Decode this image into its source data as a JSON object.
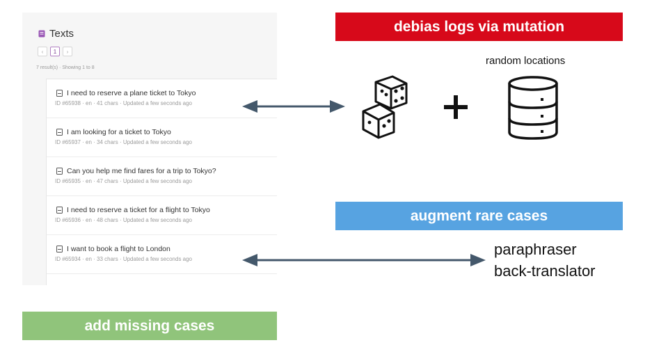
{
  "panel": {
    "title": "Texts",
    "pager": {
      "prev": "‹",
      "current": "1",
      "next": "›"
    },
    "results_text": "7 result(s) · Showing 1 to 8",
    "rows": [
      {
        "title": "I need to reserve a plane ticket to Tokyo",
        "meta": "ID #65938 · en · 41 chars · Updated a few seconds ago"
      },
      {
        "title": "I am looking for a ticket to Tokyo",
        "meta": "ID #65937 · en · 34 chars · Updated a few seconds ago"
      },
      {
        "title": "Can you help me find fares for a trip to Tokyo?",
        "meta": "ID #65935 · en · 47 chars · Updated a few seconds ago"
      },
      {
        "title": "I need to reserve a ticket for a flight to Tokyo",
        "meta": "ID #65936 · en · 48 chars · Updated a few seconds ago"
      },
      {
        "title": "I want to book a flight to London",
        "meta": "ID #65934 · en · 33 chars · Updated a few seconds ago"
      }
    ]
  },
  "banners": {
    "debias": "debias logs via mutation",
    "augment": "augment rare cases",
    "missing": "add missing cases"
  },
  "labels": {
    "random_locations": "random locations",
    "paraphraser": "paraphraser",
    "back_translator": "back-translator"
  },
  "icons": {
    "dice": "dice-icon",
    "plus": "plus-icon",
    "database": "database-icon",
    "document": "document-icon"
  },
  "colors": {
    "red_banner": "#d7091a",
    "blue_banner": "#57a3e1",
    "green_banner": "#90c47b",
    "arrow": "#44586b",
    "accent": "#7a3d92"
  }
}
